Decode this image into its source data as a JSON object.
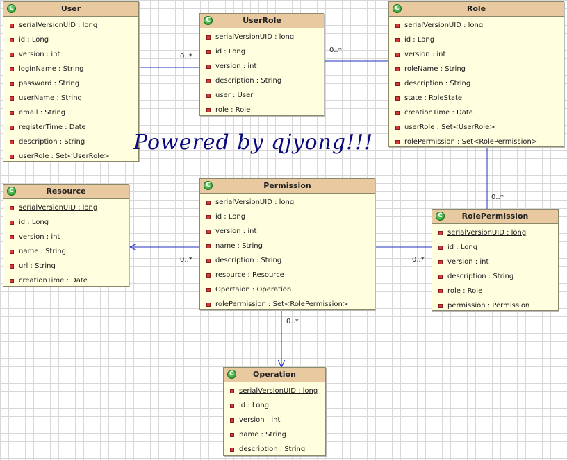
{
  "watermark": "Powered by qjyong!!!",
  "icon_glyph": "C",
  "colors": {
    "header": "#e8c9a0",
    "body": "#ffffe0",
    "link": "#1f2fbf",
    "private_marker": "#d23c3c"
  },
  "multiplicity": "0..*",
  "classes": {
    "user": {
      "name": "User",
      "attributes": [
        "serialVersionUID : long",
        "id : Long",
        "version : int",
        "loginName : String",
        "password : String",
        "userName : String",
        "email : String",
        "registerTime : Date",
        "description : String",
        "userRole : Set<UserRole>"
      ]
    },
    "userrole": {
      "name": "UserRole",
      "attributes": [
        "serialVersionUID : long",
        "id : Long",
        "version : int",
        "description : String",
        "user : User",
        "role : Role"
      ]
    },
    "role": {
      "name": "Role",
      "attributes": [
        "serialVersionUID : long",
        "id : Long",
        "version : int",
        "roleName : String",
        "description : String",
        "state : RoleState",
        "creationTime : Date",
        "userRole : Set<UserRole>",
        "rolePermission : Set<RolePermission>"
      ]
    },
    "resource": {
      "name": "Resource",
      "attributes": [
        "serialVersionUID : long",
        "id : Long",
        "version : int",
        "name : String",
        "url : String",
        "creationTime : Date"
      ]
    },
    "permission": {
      "name": "Permission",
      "attributes": [
        "serialVersionUID : long",
        "id : Long",
        "version : int",
        "name : String",
        "description : String",
        "resource : Resource",
        "Opertaion : Operation",
        "rolePermission : Set<RolePermission>"
      ]
    },
    "rolepermission": {
      "name": "RolePermission",
      "attributes": [
        "serialVersionUID : long",
        "id : Long",
        "version : int",
        "description : String",
        "role : Role",
        "permission : Permission"
      ]
    },
    "operation": {
      "name": "Operation",
      "attributes": [
        "serialVersionUID : long",
        "id : Long",
        "version : int",
        "name : String",
        "description : String"
      ]
    }
  }
}
